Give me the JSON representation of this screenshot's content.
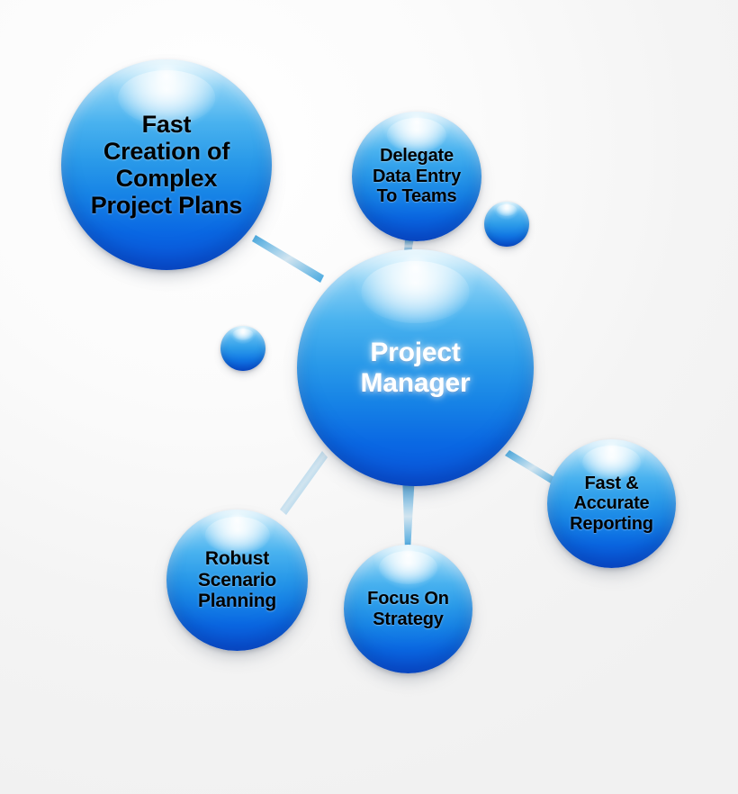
{
  "diagram": {
    "title": "Project Manager",
    "type": "bubble-network",
    "background_color": "#f4f4f4",
    "bubble_color_top": "#bfe6fb",
    "bubble_color_bottom": "#0a55dd",
    "connector_color": "#5fb3e0"
  },
  "center": {
    "id": "project-manager",
    "label": "Project\nManager",
    "label_lines": [
      "Project",
      "Manager"
    ],
    "text_color": "#ffffff"
  },
  "nodes": [
    {
      "id": "fast-creation-of-complex-project-plans",
      "label_lines": [
        "Fast",
        "Creation of",
        "Complex",
        "Project Plans"
      ],
      "text_color": "#000000"
    },
    {
      "id": "delegate-data-entry-to-teams",
      "label_lines": [
        "Delegate",
        "Data Entry",
        "To Teams"
      ],
      "text_color": "#000000"
    },
    {
      "id": "fast-and-accurate-reporting",
      "label_lines": [
        "Fast &",
        "Accurate",
        "Reporting"
      ],
      "text_color": "#000000"
    },
    {
      "id": "robust-scenario-planning",
      "label_lines": [
        "Robust",
        "Scenario",
        "Planning"
      ],
      "text_color": "#000000"
    },
    {
      "id": "focus-on-strategy",
      "label_lines": [
        "Focus On",
        "Strategy"
      ],
      "text_color": "#000000"
    }
  ],
  "decorative_bubbles": [
    {
      "id": "small-bubble-right"
    },
    {
      "id": "small-bubble-left"
    }
  ],
  "connectors": [
    {
      "from": "project-manager",
      "to": "fast-creation-of-complex-project-plans"
    },
    {
      "from": "project-manager",
      "to": "delegate-data-entry-to-teams"
    },
    {
      "from": "project-manager",
      "to": "fast-and-accurate-reporting"
    },
    {
      "from": "project-manager",
      "to": "robust-scenario-planning"
    },
    {
      "from": "project-manager",
      "to": "focus-on-strategy"
    }
  ]
}
